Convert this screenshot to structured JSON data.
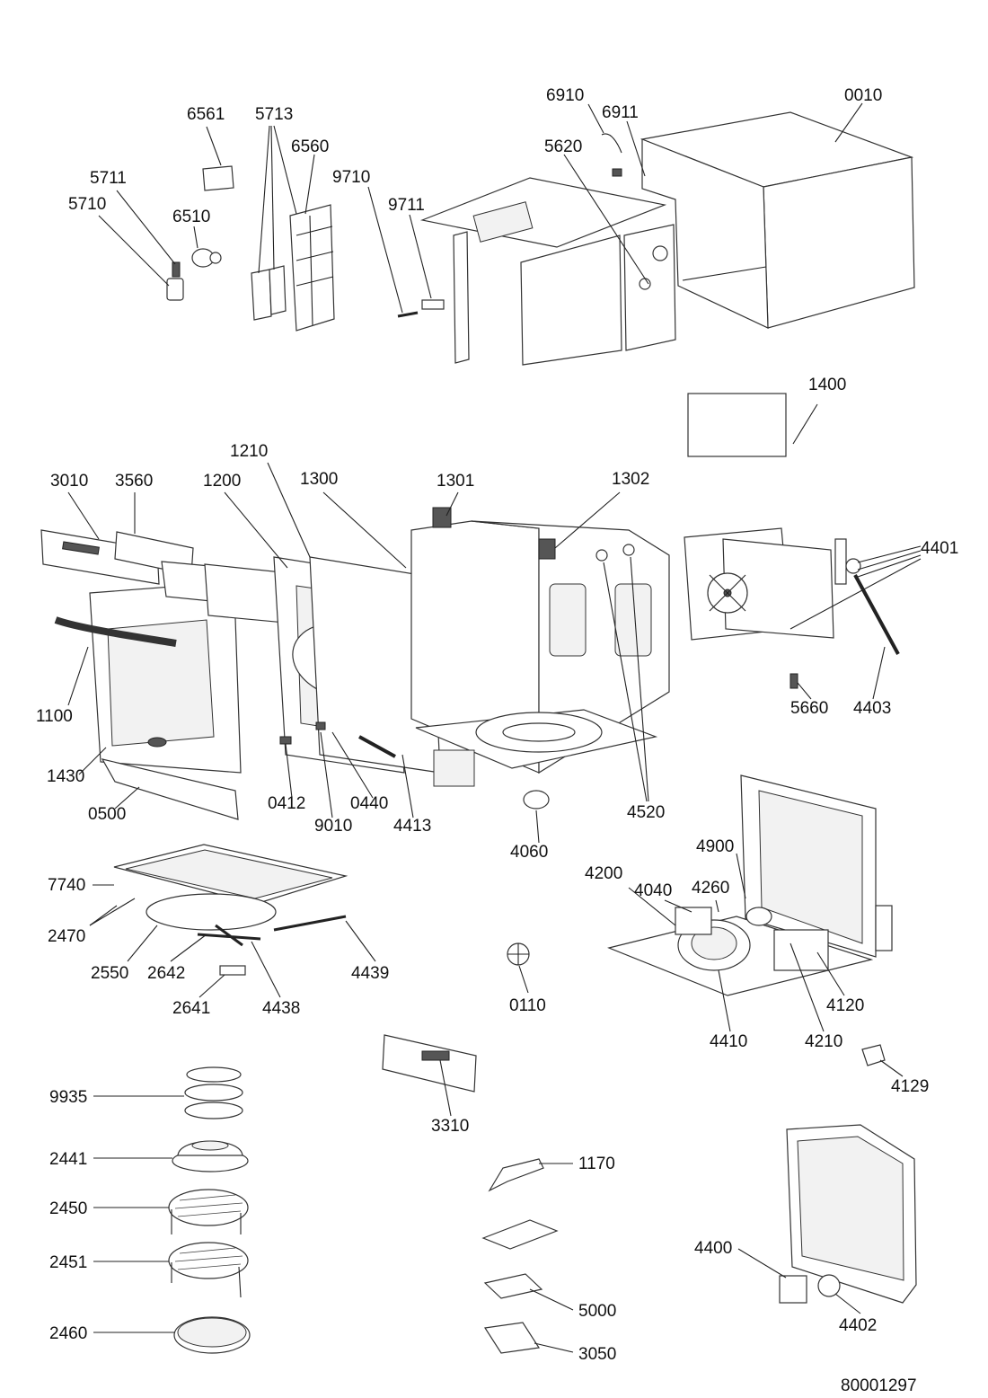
{
  "document_number": "80001297",
  "parts": [
    {
      "id": "p0010",
      "code": "0010"
    },
    {
      "id": "p6910",
      "code": "6910"
    },
    {
      "id": "p6911",
      "code": "6911"
    },
    {
      "id": "p5620",
      "code": "5620"
    },
    {
      "id": "p6561",
      "code": "6561"
    },
    {
      "id": "p5713",
      "code": "5713"
    },
    {
      "id": "p6560",
      "code": "6560"
    },
    {
      "id": "p9710",
      "code": "9710"
    },
    {
      "id": "p9711",
      "code": "9711"
    },
    {
      "id": "p5711",
      "code": "5711"
    },
    {
      "id": "p5710",
      "code": "5710"
    },
    {
      "id": "p6510",
      "code": "6510"
    },
    {
      "id": "p1400",
      "code": "1400"
    },
    {
      "id": "p1210",
      "code": "1210"
    },
    {
      "id": "p3010",
      "code": "3010"
    },
    {
      "id": "p3560",
      "code": "3560"
    },
    {
      "id": "p1200",
      "code": "1200"
    },
    {
      "id": "p1300",
      "code": "1300"
    },
    {
      "id": "p1301",
      "code": "1301"
    },
    {
      "id": "p1302",
      "code": "1302"
    },
    {
      "id": "p4401",
      "code": "4401"
    },
    {
      "id": "p1100",
      "code": "1100"
    },
    {
      "id": "p5660",
      "code": "5660"
    },
    {
      "id": "p4403",
      "code": "4403"
    },
    {
      "id": "p1430",
      "code": "1430"
    },
    {
      "id": "p0412",
      "code": "0412"
    },
    {
      "id": "p0440",
      "code": "0440"
    },
    {
      "id": "p0500",
      "code": "0500"
    },
    {
      "id": "p9010",
      "code": "9010"
    },
    {
      "id": "p4413",
      "code": "4413"
    },
    {
      "id": "p4520",
      "code": "4520"
    },
    {
      "id": "p4060",
      "code": "4060"
    },
    {
      "id": "p4900",
      "code": "4900"
    },
    {
      "id": "p7740",
      "code": "7740"
    },
    {
      "id": "p4200",
      "code": "4200"
    },
    {
      "id": "p4040",
      "code": "4040"
    },
    {
      "id": "p4260",
      "code": "4260"
    },
    {
      "id": "p2470",
      "code": "2470"
    },
    {
      "id": "p2550",
      "code": "2550"
    },
    {
      "id": "p2642",
      "code": "2642"
    },
    {
      "id": "p4439",
      "code": "4439"
    },
    {
      "id": "p0110",
      "code": "0110"
    },
    {
      "id": "p4120",
      "code": "4120"
    },
    {
      "id": "p2641",
      "code": "2641"
    },
    {
      "id": "p4438",
      "code": "4438"
    },
    {
      "id": "p4410",
      "code": "4410"
    },
    {
      "id": "p4210",
      "code": "4210"
    },
    {
      "id": "p4129",
      "code": "4129"
    },
    {
      "id": "p9935",
      "code": "9935"
    },
    {
      "id": "p3310",
      "code": "3310"
    },
    {
      "id": "p2441",
      "code": "2441"
    },
    {
      "id": "p1170",
      "code": "1170"
    },
    {
      "id": "p2450",
      "code": "2450"
    },
    {
      "id": "p4400",
      "code": "4400"
    },
    {
      "id": "p2451",
      "code": "2451"
    },
    {
      "id": "p5000",
      "code": "5000"
    },
    {
      "id": "p4402",
      "code": "4402"
    },
    {
      "id": "p2460",
      "code": "2460"
    },
    {
      "id": "p3050",
      "code": "3050"
    }
  ]
}
